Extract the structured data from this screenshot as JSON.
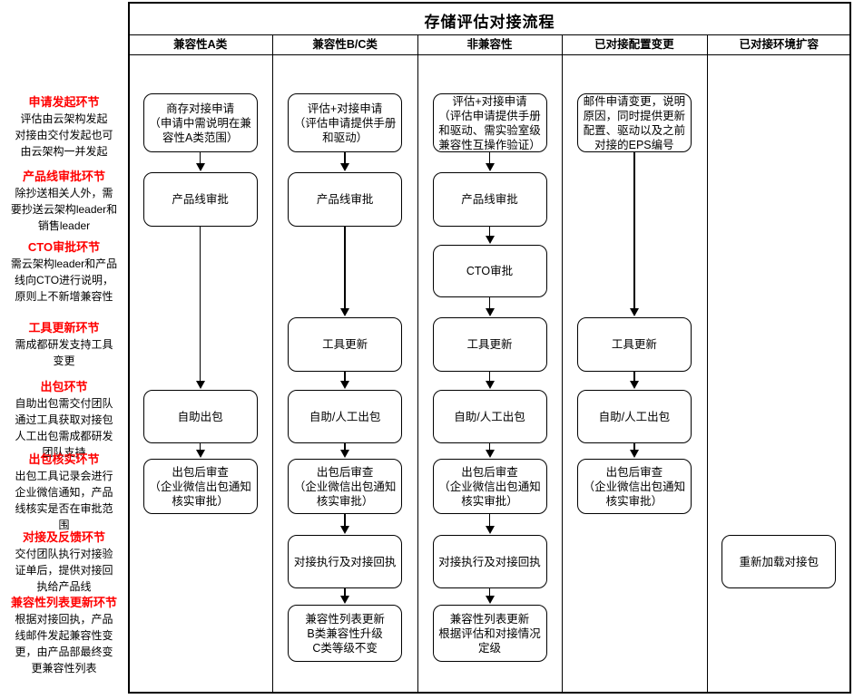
{
  "title": "存储评估对接流程",
  "colors": {
    "accent_red": "#FF0000",
    "line": "#000000",
    "background": "#FFFFFF"
  },
  "lanes": [
    {
      "row": 1,
      "title": "申请发起环节",
      "desc": "评估由云架构发起\n对接由交付发起也可\n由云架构一并发起"
    },
    {
      "row": 2,
      "title": "产品线审批环节",
      "desc": "除抄送相关人外，需\n要抄送云架构leader和\n销售leader"
    },
    {
      "row": 3,
      "title": "CTO审批环节",
      "desc": "需云架构leader和产品\n线向CTO进行说明，\n原则上不新增兼容性"
    },
    {
      "row": 4,
      "title": "工具更新环节",
      "desc": "需成都研发支持工具\n变更"
    },
    {
      "row": 5,
      "title": "出包环节",
      "desc": "自助出包需交付团队\n通过工具获取对接包\n人工出包需成都研发\n团队支持"
    },
    {
      "row": 6,
      "title": "出包核实环节",
      "desc": "出包工具记录会进行\n企业微信通知，产品\n线核实是否在审批范\n围"
    },
    {
      "row": 7,
      "title": "对接及反馈环节",
      "desc": "交付团队执行对接验\n证单后，提供对接回\n执给产品线"
    },
    {
      "row": 8,
      "title": "兼容性列表更新环节",
      "desc": "根据对接回执，产品\n线邮件发起兼容性变\n更，由产品部最终变\n更兼容性列表"
    }
  ],
  "columns": [
    {
      "header": "兼容性A类",
      "boxes": [
        {
          "row": 1,
          "text": "商存对接申请\n（申请中需说明在兼\n容性A类范围）"
        },
        {
          "row": 2,
          "text": "产品线审批"
        },
        {
          "row": 5,
          "text": "自助出包"
        },
        {
          "row": 6,
          "text": "出包后审查\n（企业微信出包通知\n核实审批）"
        }
      ]
    },
    {
      "header": "兼容性B/C类",
      "boxes": [
        {
          "row": 1,
          "text": "评估+对接申请\n（评估申请提供手册\n和驱动）"
        },
        {
          "row": 2,
          "text": "产品线审批"
        },
        {
          "row": 4,
          "text": "工具更新"
        },
        {
          "row": 5,
          "text": "自助/人工出包"
        },
        {
          "row": 6,
          "text": "出包后审查\n（企业微信出包通知\n核实审批）"
        },
        {
          "row": 7,
          "text": "对接执行及对接回执"
        },
        {
          "row": 8,
          "text": "兼容性列表更新\nB类兼容性升级\nC类等级不变"
        }
      ]
    },
    {
      "header": "非兼容性",
      "boxes": [
        {
          "row": 1,
          "text": "评估+对接申请\n（评估申请提供手册\n和驱动、需实验室级\n兼容性互操作验证）"
        },
        {
          "row": 2,
          "text": "产品线审批"
        },
        {
          "row": 3,
          "text": "CTO审批"
        },
        {
          "row": 4,
          "text": "工具更新"
        },
        {
          "row": 5,
          "text": "自助/人工出包"
        },
        {
          "row": 6,
          "text": "出包后审查\n（企业微信出包通知\n核实审批）"
        },
        {
          "row": 7,
          "text": "对接执行及对接回执"
        },
        {
          "row": 8,
          "text": "兼容性列表更新\n根据评估和对接情况\n定级"
        }
      ]
    },
    {
      "header": "已对接配置变更",
      "boxes": [
        {
          "row": 1,
          "text": "邮件申请变更，说明\n原因，同时提供更新\n配置、驱动以及之前\n对接的EPS编号"
        },
        {
          "row": 4,
          "text": "工具更新"
        },
        {
          "row": 5,
          "text": "自助/人工出包"
        },
        {
          "row": 6,
          "text": "出包后审查\n（企业微信出包通知\n核实审批）"
        }
      ]
    },
    {
      "header": "已对接环境扩容",
      "boxes": [
        {
          "row": 7,
          "text": "重新加载对接包"
        }
      ]
    }
  ]
}
